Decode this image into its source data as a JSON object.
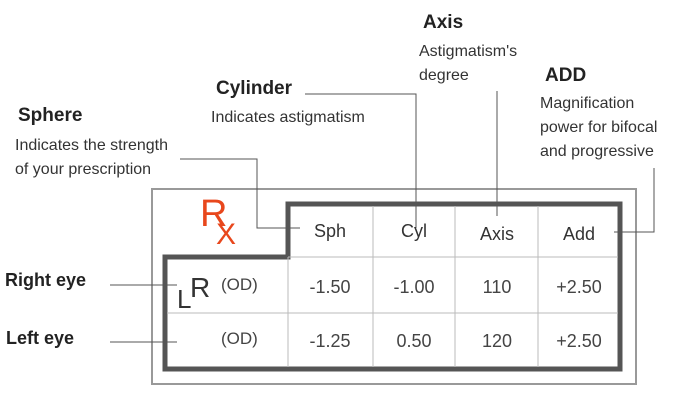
{
  "labels": {
    "axis": {
      "title": "Axis",
      "desc": [
        "Astigmatism's",
        "degree"
      ]
    },
    "add": {
      "title": "ADD",
      "desc": [
        "Magnification",
        "power for bifocal",
        "and progressive"
      ]
    },
    "cylinder": {
      "title": "Cylinder",
      "desc": [
        "Indicates astigmatism"
      ]
    },
    "sphere": {
      "title": "Sphere",
      "desc": [
        "Indicates the strength",
        "of your prescription"
      ]
    }
  },
  "rx": {
    "r": "R",
    "x": "X"
  },
  "headers": [
    "Sph",
    "Cyl",
    "Axis",
    "Add"
  ],
  "lr": {
    "l": "L",
    "r": "R"
  },
  "rows": [
    {
      "eye": "Right eye",
      "code": "(OD)",
      "values": [
        "-1.50",
        "-1.00",
        "110",
        "+2.50"
      ]
    },
    {
      "eye": "Left eye",
      "code": "(OD)",
      "values": [
        "-1.25",
        "0.50",
        "120",
        "+2.50"
      ]
    }
  ],
  "colors": {
    "accent": "#e8471c",
    "frame": "#555555",
    "outer": "#999999",
    "grid": "#bbbbbb"
  }
}
